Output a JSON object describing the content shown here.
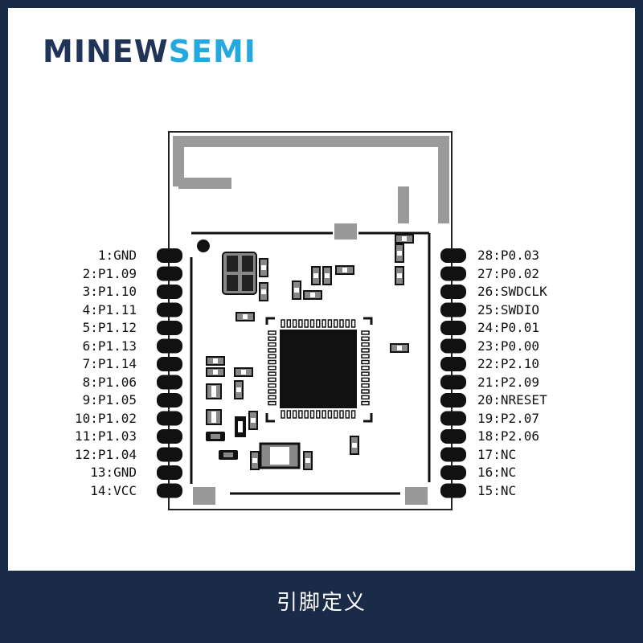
{
  "logo": {
    "part1": "MINEW",
    "part2": "SEMI"
  },
  "caption": "引脚定义",
  "colors": {
    "background": "#1a2b47",
    "logo_dark": "#1f3457",
    "logo_accent": "#23a9de",
    "pad": "#111111",
    "antenna": "#999999"
  },
  "pins_left": [
    "1:GND",
    "2:P1.09",
    "3:P1.10",
    "4:P1.11",
    "5:P1.12",
    "6:P1.13",
    "7:P1.14",
    "8:P1.06",
    "9:P1.05",
    "10:P1.02",
    "11:P1.03",
    "12:P1.04",
    "13:GND",
    "14:VCC"
  ],
  "pins_right": [
    "28:P0.03",
    "27:P0.02",
    "26:SWDCLK",
    "25:SWDIO",
    "24:P0.01",
    "23:P0.00",
    "22:P2.10",
    "21:P2.09",
    "20:NRESET",
    "19:P2.07",
    "18:P2.06",
    "17:NC",
    "16:NC",
    "15:NC"
  ]
}
